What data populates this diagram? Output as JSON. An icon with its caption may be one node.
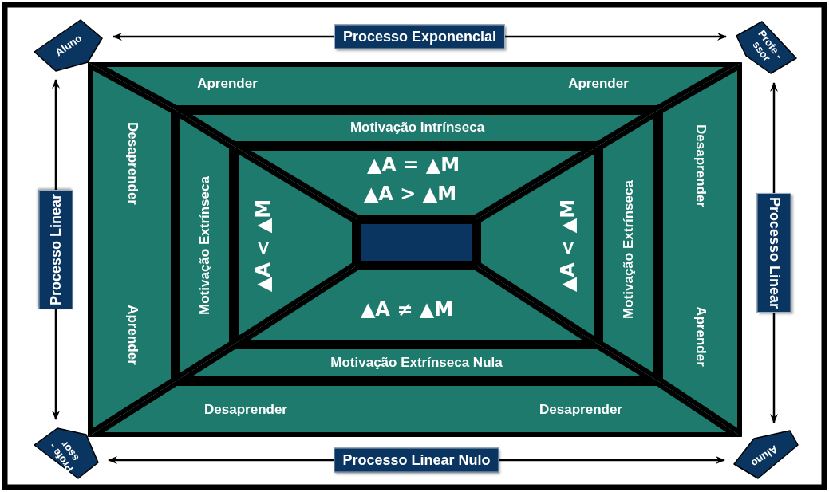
{
  "diagram": {
    "nodes": [
      {
        "text": [
          "Aluno"
        ]
      },
      {
        "text": [
          "Profe -ssor"
        ]
      },
      {
        "text": [
          "Profe -ssor"
        ]
      },
      {
        "text": [
          "Aluno"
        ]
      },
      {
        "text": [
          "Aprender",
          "Aprender"
        ]
      },
      {
        "text": [
          "Desaprender",
          "Aprender"
        ]
      },
      {
        "text": [
          "Desaprender",
          "Aprender"
        ]
      },
      {
        "text": [
          "Desaprender",
          "Desaprender"
        ]
      },
      {
        "text": [
          "Motivação Intrínseca"
        ]
      },
      {
        "text": [
          "Motivação Extrínseca"
        ]
      },
      {
        "text": [
          "Motivação Extrínseca"
        ]
      },
      {
        "text": [
          "Motivação Extrínseca Nula"
        ]
      },
      {
        "text": [
          "▲A = ▲M",
          "▲A > ▲M"
        ]
      },
      {
        "text": [
          "▲A < ▲M"
        ]
      },
      {
        "text": [
          "▲A < ▲M"
        ]
      },
      {
        "text": [
          "▲A ≠ ▲M"
        ]
      },
      {
        "text": [],
        "shape": "box"
      }
    ],
    "edges": [
      {
        "from": 0,
        "to": 1,
        "arrow": "both",
        "label": "Processo Exponencial"
      },
      {
        "from": 0,
        "to": 2,
        "arrow": "both",
        "label": "Processo Linear"
      },
      {
        "from": 1,
        "to": 3,
        "arrow": "both",
        "label": "Processo Linear"
      },
      {
        "from": 2,
        "to": 3,
        "arrow": "both",
        "label": "Processo Linear Nulo"
      }
    ]
  }
}
